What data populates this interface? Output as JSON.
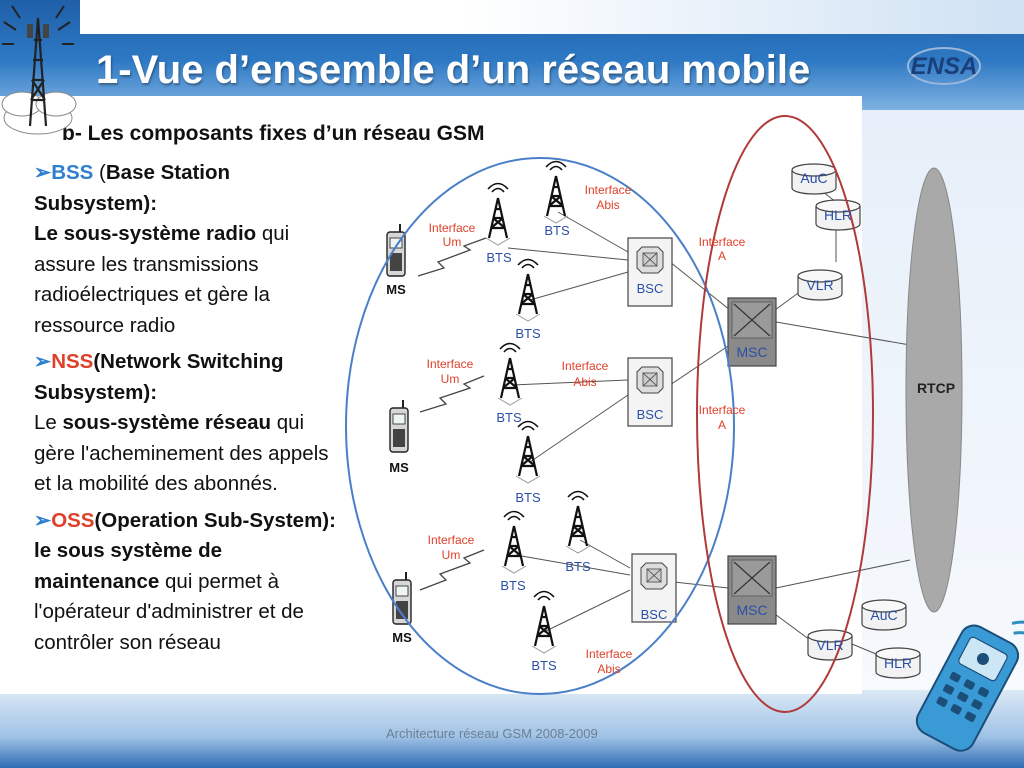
{
  "slide": {
    "title": "1-Vue d’ensemble d’un  réseau mobile",
    "subtitle": "b- Les composants fixes d’un réseau GSM",
    "footer": "Architecture réseau GSM 2008-2009",
    "logo_text": "ENSA"
  },
  "bullets": [
    {
      "acronym": "BSS",
      "title_open": " (",
      "title": "Base Station Subsystem):",
      "desc_bold": "Le sous-système radio",
      "desc_rest": " qui assure les transmissions radioélectriques et gère la ressource radio"
    },
    {
      "acronym": "NSS",
      "title": "(Network Switching Subsystem):",
      "desc_pre": "Le ",
      "desc_bold": "sous-système réseau",
      "desc_rest": " qui gère l'acheminement des appels et la mobilité des abonnés."
    },
    {
      "acronym": "OSS",
      "title": "(Operation Sub-System): le sous système de maintenance",
      "desc_rest": " qui permet à l'opérateur d'administrer et de contrôler son réseau"
    }
  ],
  "diagram": {
    "ms": "MS",
    "bts": "BTS",
    "bsc": "BSC",
    "msc": "MSC",
    "vlr": "VLR",
    "hlr": "HLR",
    "auc": "AuC",
    "rtcp": "RTCP",
    "interface": "Interface",
    "um": "Um",
    "abis": "Abis",
    "a": "A"
  },
  "colors": {
    "bss_ellipse": "#4a7fc8",
    "nss_ellipse": "#b03a3a",
    "interface_label": "#e0402a",
    "node_label": "#2b4fa8"
  }
}
